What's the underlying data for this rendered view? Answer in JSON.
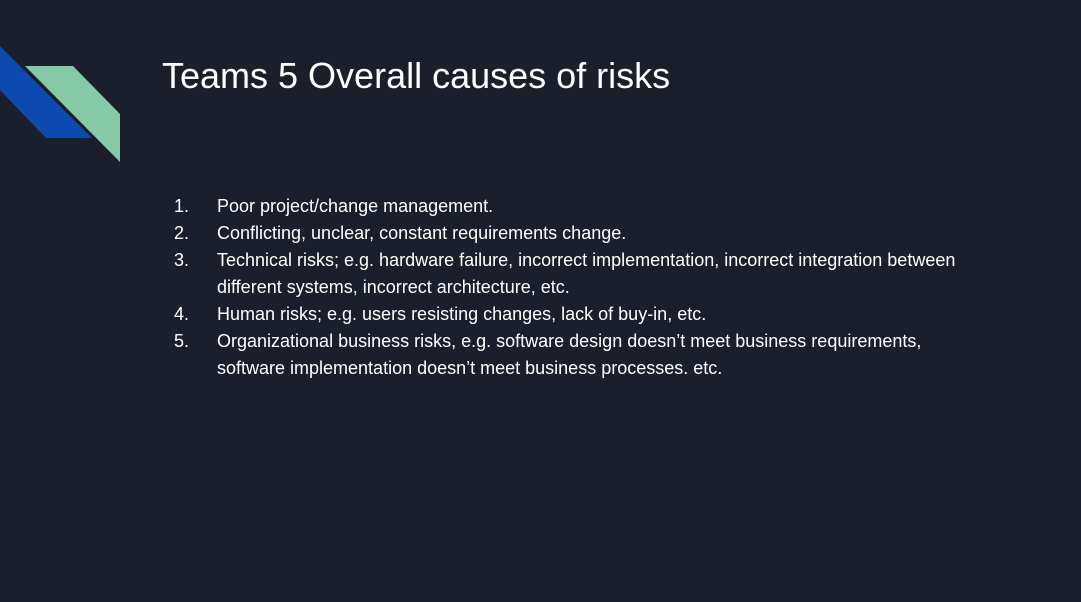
{
  "slide": {
    "title": "Teams 5 Overall causes of risks",
    "items": [
      {
        "number": "1.",
        "text": "Poor project/change management."
      },
      {
        "number": "2.",
        "text": "Conflicting, unclear, constant requirements change."
      },
      {
        "number": "3.",
        "text": "Technical risks; e.g. hardware failure, incorrect implementation, incorrect integration between different systems, incorrect architecture, etc."
      },
      {
        "number": "4.",
        "text": "Human risks; e.g. users resisting changes, lack of buy-in, etc."
      },
      {
        "number": "5.",
        "text": "Organizational business risks, e.g. software design doesn’t meet business requirements, software implementation doesn’t meet business processes. etc."
      }
    ]
  },
  "colors": {
    "background": "#1b1f2b",
    "accent_blue": "#0b4bb0",
    "accent_green": "#86c9a6",
    "text": "#ffffff"
  }
}
